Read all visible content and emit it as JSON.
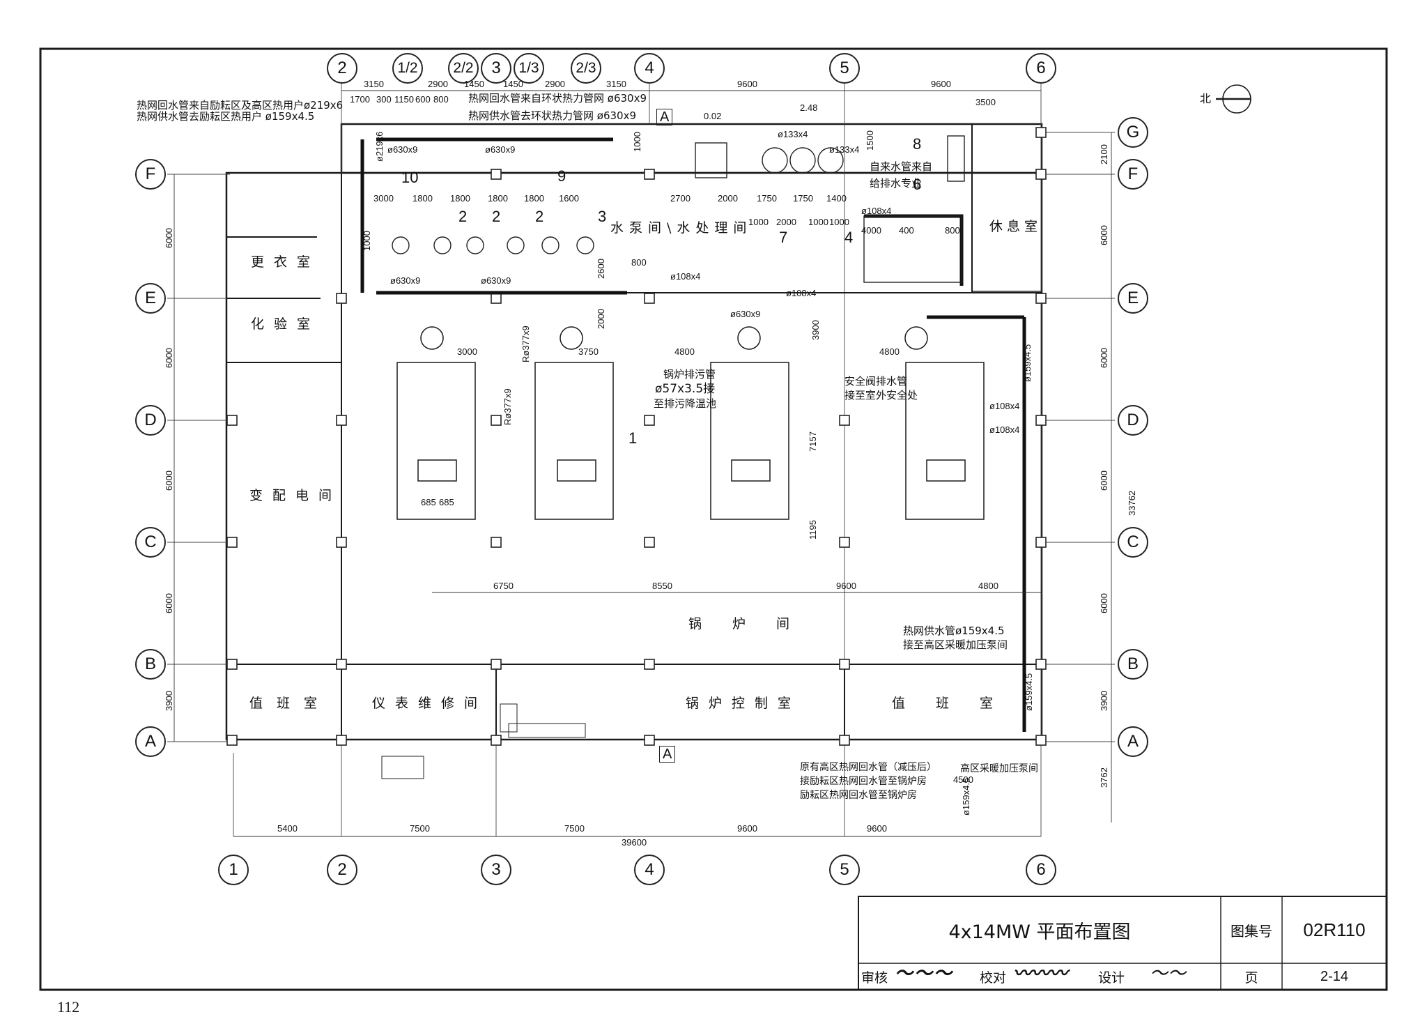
{
  "page_number": "112",
  "north_label": "北",
  "title_block": {
    "title": "4x14MW 平面布置图",
    "atlas_label": "图集号",
    "atlas_no": "02R110",
    "review_label": "审核",
    "check_label": "校对",
    "design_label": "设计",
    "page_label": "页",
    "page_value": "2-14"
  },
  "col_axes_top": [
    "2",
    "1/2",
    "2/2",
    "3",
    "1/3",
    "2/3",
    "4",
    "5",
    "6"
  ],
  "col_axes_bottom": [
    "1",
    "2",
    "3",
    "4",
    "5",
    "6"
  ],
  "row_axes_left": [
    "F",
    "E",
    "D",
    "C",
    "B",
    "A"
  ],
  "row_axes_right": [
    "G",
    "F",
    "E",
    "D",
    "C",
    "B",
    "A"
  ],
  "section_mark": "A",
  "rooms": {
    "changing": "更衣室",
    "lab": "化验室",
    "substation": "变配电间",
    "duty_left": "值班室",
    "instrument": "仪表维修间",
    "boiler_hall": "锅炉间",
    "control": "锅炉控制室",
    "duty_right": "值班室",
    "pump_room": "水泵间\\水处理间",
    "rest": "休息室",
    "high_zone_pump": "高区采暖加压泵间"
  },
  "notes": {
    "n1a": "热网回水管来自励耘区及高区热用户ø219x6",
    "n1b": "热网供水管去励耘区热用户 ø159x4.5",
    "n2a": "热网回水管来自环状热力管网 ø630x9",
    "n2b": "热网供水管去环状热力管网 ø630x9",
    "n3a": "自来水管来自",
    "n3b": "给排水专业",
    "n4a": "锅炉排污管",
    "n4b": "ø57x3.5接",
    "n4c": "至排污降温池",
    "n5a": "安全阀排水管",
    "n5b": "接至室外安全处",
    "n6a": "热网供水管ø159x4.5",
    "n6b": "接至高区采暖加压泵间",
    "n7a": "原有高区热网回水管（减压后）",
    "n7b": "接励耘区热网回水管至锅炉房",
    "n7c": "励耘区热网回水管至锅炉房"
  },
  "pipe_labels": {
    "p630a": "ø630x9",
    "p630b": "ø630x9",
    "p630c": "ø630x9",
    "p630d": "ø630x9",
    "p630e": "ø630x9",
    "p108a": "ø108x4",
    "p108b": "ø108x4",
    "p108c": "ø108x4",
    "p108d": "ø108x4",
    "p108e": "ø108x4",
    "p133a": "ø133x4",
    "p133b": "ø133x4",
    "p377a": "Rø377x9",
    "p377b": "Rø377x9",
    "p219": "ø219x6",
    "p159a": "ø159x4.5",
    "p159b": "ø159x4.5",
    "p159c": "ø159x4.5",
    "elev": "0.02",
    "elev2": "2.48"
  },
  "equipment_numbers": [
    "1",
    "2",
    "2",
    "2",
    "3",
    "4",
    "6",
    "7",
    "8",
    "9",
    "10"
  ],
  "dims": {
    "top_row1": [
      "3150",
      "2900",
      "1450",
      "1450",
      "2900",
      "3150",
      "9600",
      "9600"
    ],
    "top_row2": [
      "1700",
      "300",
      "1150",
      "600",
      "800",
      "3500"
    ],
    "pump_row": [
      "3000",
      "1800",
      "1800",
      "1800",
      "1800",
      "1600"
    ],
    "wt_row": [
      "2700",
      "2000",
      "1750",
      "1750",
      "1400"
    ],
    "wt_row2": [
      "1000",
      "2000",
      "1000",
      "1000"
    ],
    "boiler_row": [
      "3000",
      "3750",
      "4800",
      "4800"
    ],
    "boiler_bottom": [
      "6750",
      "8550",
      "9600",
      "4800"
    ],
    "bottom": [
      "5400",
      "7500",
      "7500",
      "9600",
      "9600"
    ],
    "bottom_total": "39600",
    "right_total": "33762",
    "right": [
      "2100",
      "6000",
      "6000",
      "6000",
      "6000",
      "3900",
      "3762"
    ],
    "left": [
      "6000",
      "6000",
      "6000",
      "6000",
      "3900"
    ],
    "misc": [
      "4500",
      "7157",
      "1195",
      "685",
      "685",
      "800",
      "2600",
      "2000",
      "3900",
      "1500",
      "4000",
      "400",
      "800",
      "1000",
      "1000"
    ]
  }
}
